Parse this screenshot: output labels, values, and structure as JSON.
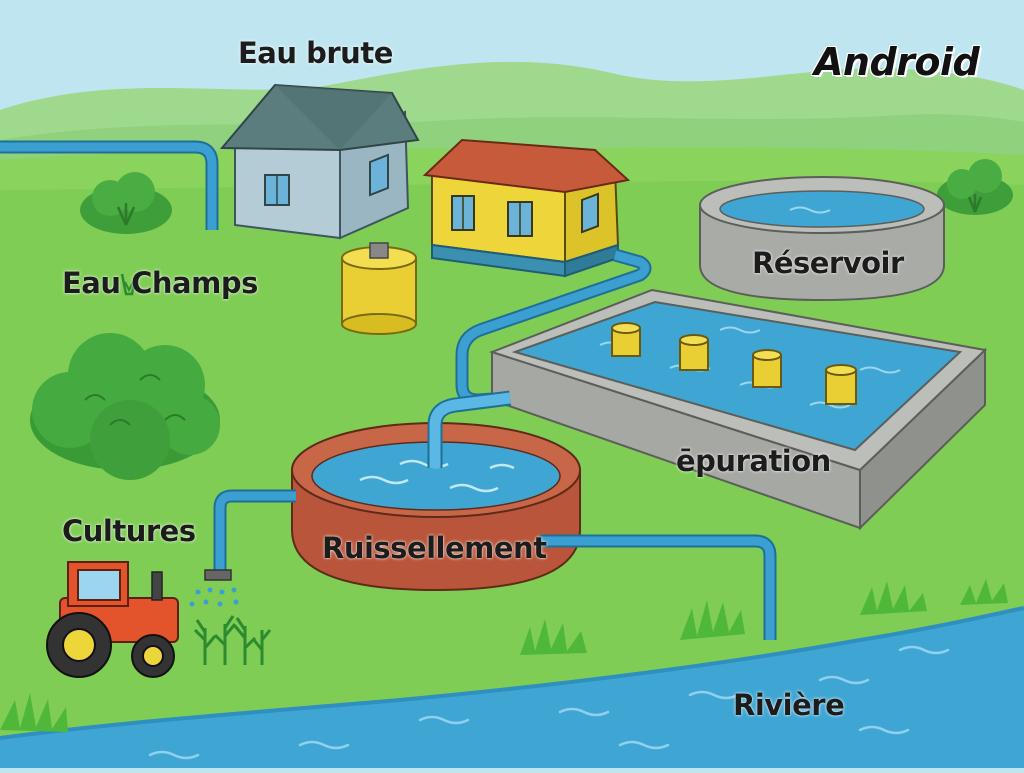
{
  "title": "Android",
  "labels": {
    "eau_brute": "Eau brute",
    "eau_champs": "Eau  Champs",
    "reservoir": "Réservoir",
    "epuration": "ēpuration",
    "cultures": "Cultures",
    "ruissellement": "Ruissellement",
    "riviere": "Rivière"
  },
  "colors": {
    "sky": "#bfe6f0",
    "hills": "#8fd18a",
    "grass": "#7fcd55",
    "water": "#3fa6d4",
    "pipe": "#3b9fd1",
    "concrete": "#a9aba6",
    "basin": "#b8553a",
    "house_blue_wall": "#a9c4cf",
    "house_yellow_wall": "#ecd63a",
    "tractor_red": "#e4542c"
  }
}
